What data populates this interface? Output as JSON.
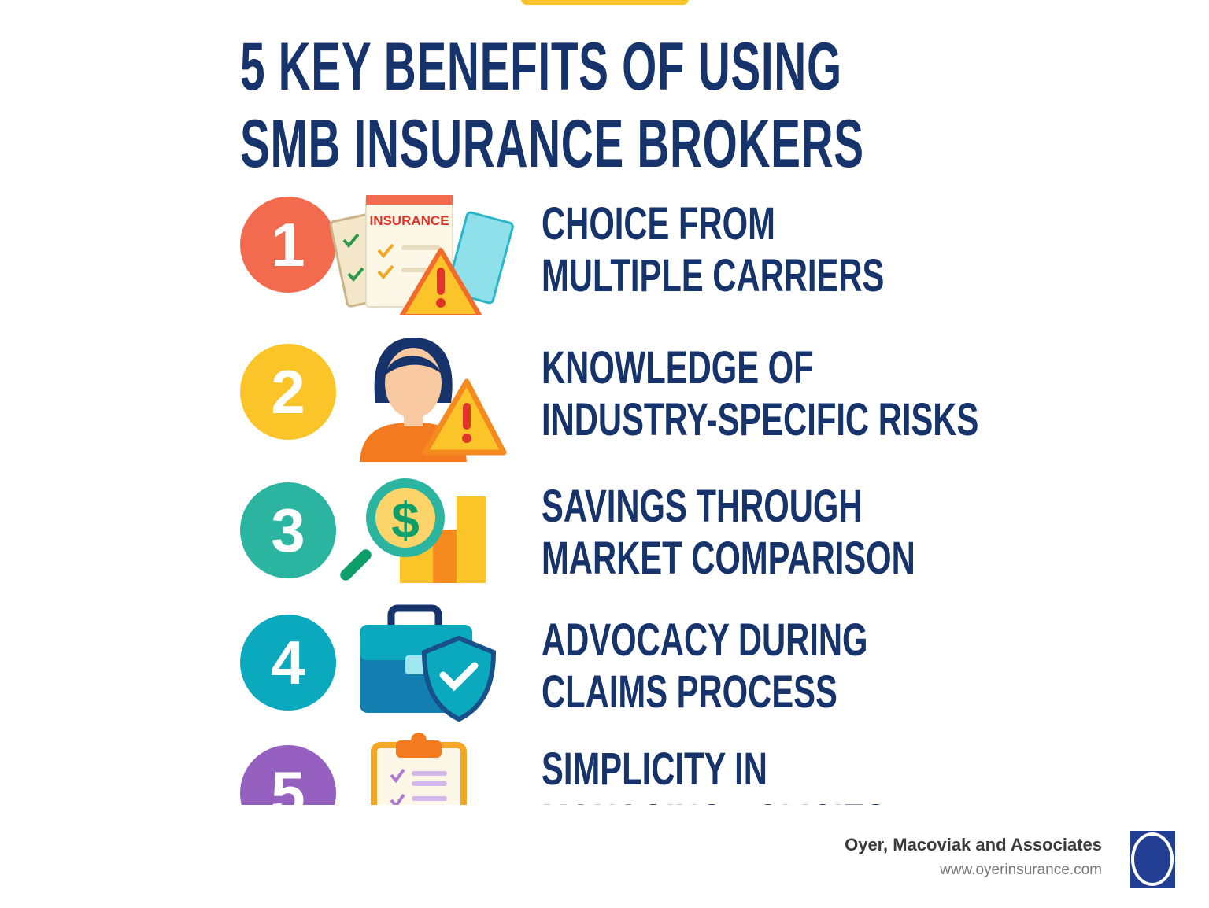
{
  "title": {
    "line1": "5 KEY BENEFITS OF USING",
    "line2": "SMB INSURANCE BROKERS"
  },
  "colors": {
    "title": "#17336b",
    "accent_bar": "#fbc52a"
  },
  "items": [
    {
      "number": "1",
      "color": "#f26b4f",
      "icon": "insurance-document-warning-icon",
      "line1": "CHOICE FROM",
      "line2": "MULTIPLE CARRIERS",
      "icon_label": "INSURANCE"
    },
    {
      "number": "2",
      "color": "#fbc52a",
      "icon": "person-warning-icon",
      "line1": "KNOWLEDGE OF",
      "line2": "INDUSTRY-SPECIFIC RISKS"
    },
    {
      "number": "3",
      "color": "#2bb5a0",
      "icon": "dollar-magnifier-chart-icon",
      "line1": "SAVINGS THROUGH",
      "line2": "MARKET COMPARISON"
    },
    {
      "number": "4",
      "color": "#0aa9bd",
      "icon": "briefcase-shield-icon",
      "line1": "ADVOCACY DURING",
      "line2": "CLAIMS PROCESS"
    },
    {
      "number": "5",
      "color": "#9560c0",
      "icon": "clipboard-checklist-icon",
      "line1": "SIMPLICITY IN",
      "line2": "MANAGING POLICIES"
    }
  ],
  "footer": {
    "company": "Oyer, Macoviak and Associates",
    "url": "www.oyerinsurance.com",
    "logo": "oyer-logo"
  }
}
